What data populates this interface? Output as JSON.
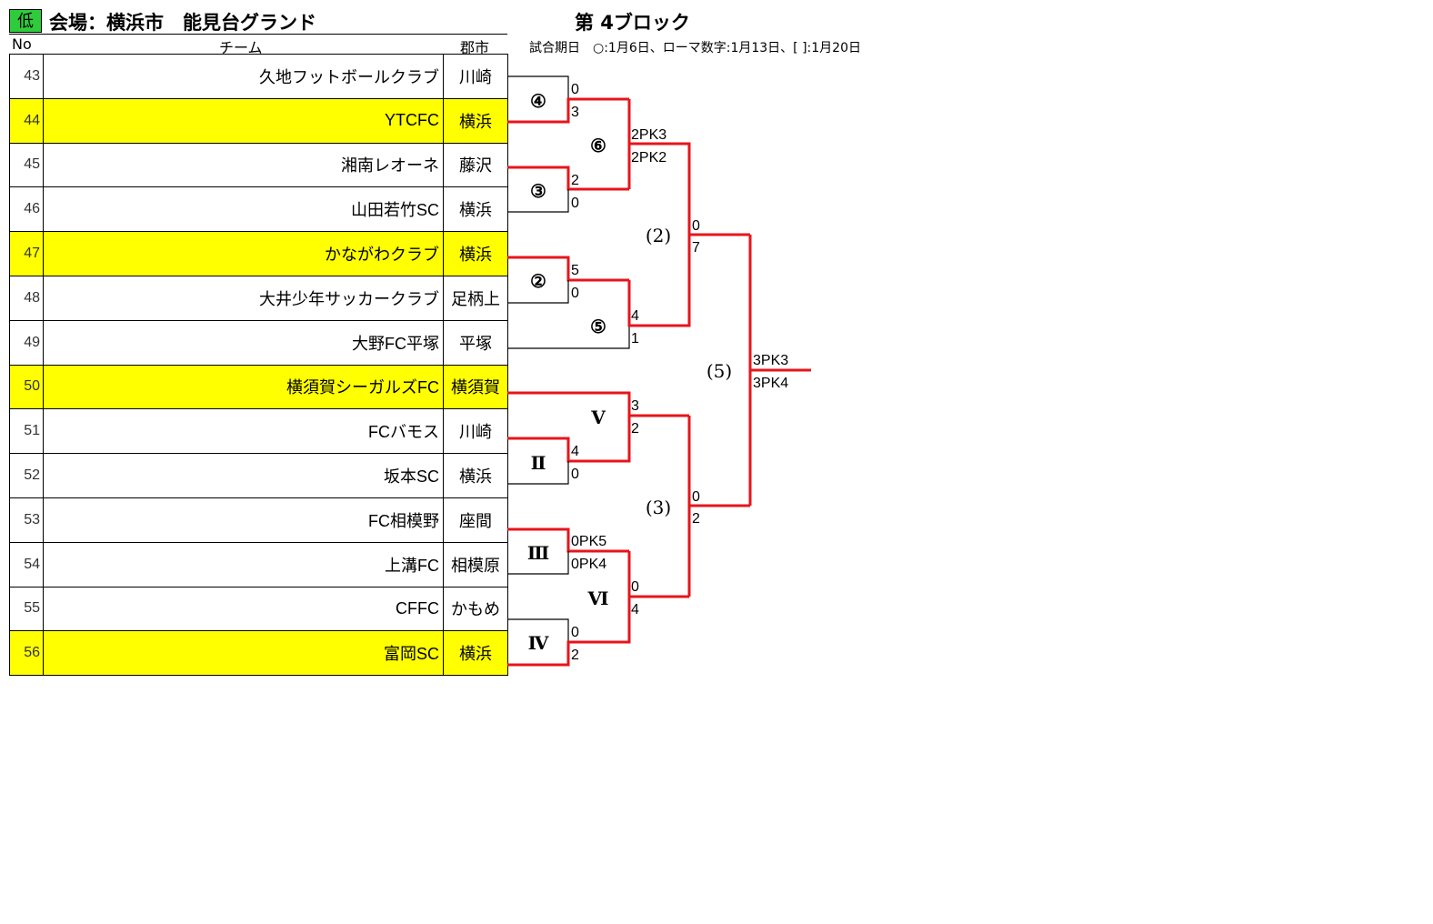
{
  "header": {
    "level_badge": "低",
    "venue": "会場：横浜市　能見台グランド",
    "block_title": "第 4ブロック",
    "schedule_note": "試合期日　○:1月6日、ローマ数字:1月13日、[ ]:1月20日"
  },
  "columns": {
    "no": "No",
    "team": "チーム",
    "city": "郡市"
  },
  "teams": [
    {
      "no": "43",
      "name": "久地フットボールクラブ",
      "city": "川崎",
      "highlight": false
    },
    {
      "no": "44",
      "name": "YTCFC",
      "city": "横浜",
      "highlight": true
    },
    {
      "no": "45",
      "name": "湘南レオーネ",
      "city": "藤沢",
      "highlight": false
    },
    {
      "no": "46",
      "name": "山田若竹SC",
      "city": "横浜",
      "highlight": false
    },
    {
      "no": "47",
      "name": "かながわクラブ",
      "city": "横浜",
      "highlight": true
    },
    {
      "no": "48",
      "name": "大井少年サッカークラブ",
      "city": "足柄上",
      "highlight": false
    },
    {
      "no": "49",
      "name": "大野FC平塚",
      "city": "平塚",
      "highlight": false
    },
    {
      "no": "50",
      "name": "横須賀シーガルズFC",
      "city": "横須賀",
      "highlight": true
    },
    {
      "no": "51",
      "name": "FCバモス",
      "city": "川崎",
      "highlight": false
    },
    {
      "no": "52",
      "name": "坂本SC",
      "city": "横浜",
      "highlight": false
    },
    {
      "no": "53",
      "name": "FC相模野",
      "city": "座間",
      "highlight": false
    },
    {
      "no": "54",
      "name": "上溝FC",
      "city": "相模原",
      "highlight": false
    },
    {
      "no": "55",
      "name": "CFFC",
      "city": "かもめ",
      "highlight": false
    },
    {
      "no": "56",
      "name": "富岡SC",
      "city": "横浜",
      "highlight": true
    }
  ],
  "matches": {
    "m4": {
      "label": "④",
      "scores": [
        "0",
        "3"
      ]
    },
    "m3": {
      "label": "③",
      "scores": [
        "2",
        "0"
      ]
    },
    "m2": {
      "label": "②",
      "scores": [
        "5",
        "0"
      ]
    },
    "m6": {
      "label": "⑥",
      "scores": [
        "2PK3",
        "2PK2"
      ]
    },
    "m5": {
      "label": "⑤",
      "scores": [
        "4",
        "1"
      ]
    },
    "mII": {
      "label": "Ⅱ",
      "scores": [
        "4",
        "0"
      ]
    },
    "mIII": {
      "label": "Ⅲ",
      "scores": [
        "0PK5",
        "0PK4"
      ]
    },
    "mIV": {
      "label": "Ⅳ",
      "scores": [
        "0",
        "2"
      ]
    },
    "mV": {
      "label": "Ⅴ",
      "scores": [
        "3",
        "2"
      ]
    },
    "mVI": {
      "label": "Ⅵ",
      "scores": [
        "0",
        "4"
      ]
    },
    "r2": {
      "label": "(2)",
      "scores": [
        "0",
        "7"
      ]
    },
    "r3": {
      "label": "(3)",
      "scores": [
        "0",
        "2"
      ]
    },
    "r5": {
      "label": "(5)",
      "scores": [
        "3PK3",
        "3PK4"
      ]
    }
  },
  "colors": {
    "win_line": "#e8141b",
    "lose_line": "#000000",
    "highlight": "#ffff00",
    "badge": "#2ecc3a"
  }
}
